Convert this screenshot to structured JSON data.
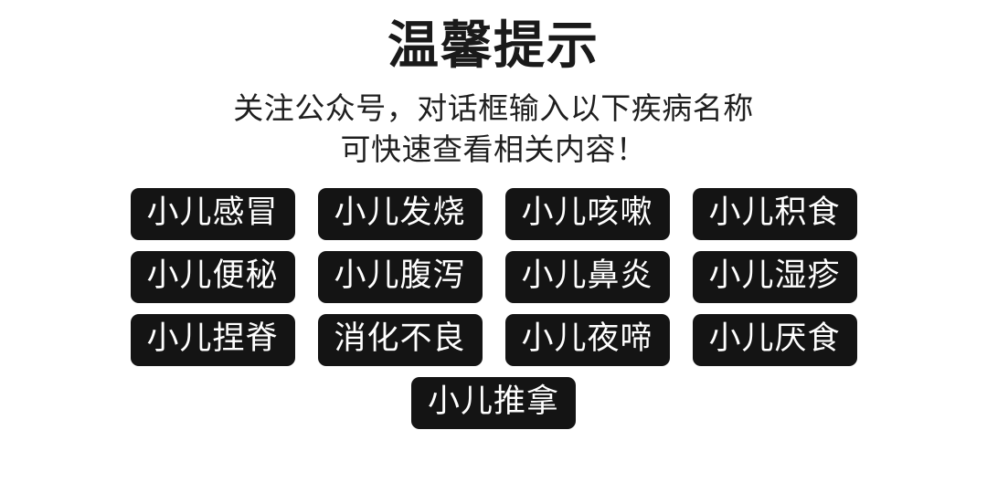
{
  "page": {
    "background_color": "#ffffff",
    "title": "温馨提示",
    "subtitle": {
      "line1": "关注公众号，对话框输入以下疾病名称",
      "line2": "可快速查看相关内容！"
    }
  },
  "tags": {
    "background_color": "#141414",
    "text_color": "#ffffff",
    "rows": [
      {
        "items": [
          {
            "label": "小儿感冒"
          },
          {
            "label": "小儿发烧"
          },
          {
            "label": "小儿咳嗽"
          },
          {
            "label": "小儿积食"
          }
        ]
      },
      {
        "items": [
          {
            "label": "小儿便秘"
          },
          {
            "label": "小儿腹泻"
          },
          {
            "label": "小儿鼻炎"
          },
          {
            "label": "小儿湿疹"
          }
        ]
      },
      {
        "items": [
          {
            "label": "小儿捏脊"
          },
          {
            "label": "消化不良"
          },
          {
            "label": "小儿夜啼"
          },
          {
            "label": "小儿厌食"
          }
        ]
      },
      {
        "items": [
          {
            "label": "小儿推拿"
          }
        ]
      }
    ]
  }
}
